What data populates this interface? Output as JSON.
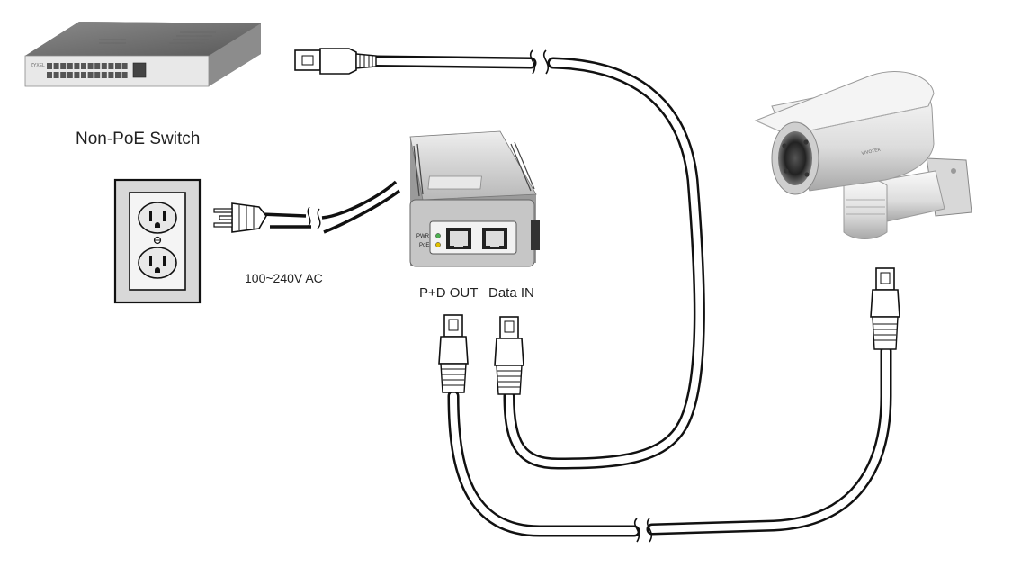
{
  "labels": {
    "switch": "Non-PoE Switch",
    "ac": "100~240V AC",
    "pd_out": "P+D OUT",
    "data_in": "Data IN",
    "led_pwr": "PWR",
    "led_poe": "PoE",
    "switch_brand": "ZYXEL",
    "camera_brand": "VIVOTEK"
  },
  "icons": {
    "switch": "network-switch-icon",
    "outlet": "wall-outlet-icon",
    "plug": "power-plug-icon",
    "injector": "poe-injector-icon",
    "camera": "bullet-camera-icon",
    "connector": "rj45-connector-icon"
  },
  "colors": {
    "cable_outline": "#111111",
    "cable_fill": "#ffffff",
    "led_pwr": "#4caf50",
    "led_poe": "#e0c000"
  }
}
